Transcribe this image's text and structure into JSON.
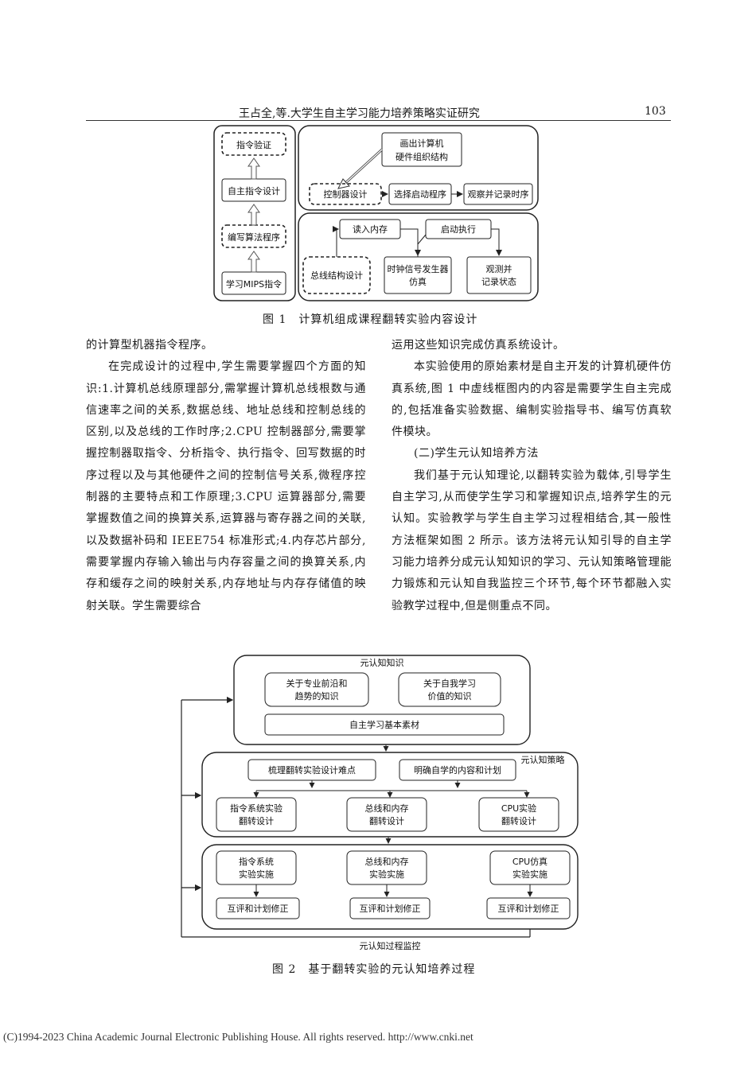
{
  "header": {
    "title": "王占全,等.大学生自主学习能力培养策略实证研究",
    "page_number": "103"
  },
  "figure1": {
    "caption": "图 1　计算机组成课程翻转实验内容设计",
    "left_column_boxes": [
      "指令验证",
      "自主指令设计",
      "编写算法程序",
      "学习MIPS指令"
    ],
    "top_group": {
      "draw_box_line1": "画出计算机",
      "draw_box_line2": "硬件组织结构",
      "controller": "控制器设计",
      "select_program": "选择启动程序",
      "observe": "观察并记录时序"
    },
    "bottom_group": {
      "read_memory": "读入内存",
      "start_exec": "启动执行",
      "bus_design": "总线结构设计",
      "clock_line1": "时钟信号发生器",
      "clock_line2": "仿真",
      "observe_line1": "观测并",
      "observe_line2": "记录状态"
    }
  },
  "body": {
    "left": [
      "的计算型机器指令程序。",
      "在完成设计的过程中,学生需要掌握四个方面的知识:1.计算机总线原理部分,需掌握计算机总线根数与通信速率之间的关系,数据总线、地址总线和控制总线的区别,以及总线的工作时序;2.CPU 控制器部分,需要掌握控制器取指令、分析指令、执行指令、回写数据的时序过程以及与其他硬件之间的控制信号关系,微程序控制器的主要特点和工作原理;3.CPU 运算器部分,需要掌握数值之间的换算关系,运算器与寄存器之间的关联,以及数据补码和 IEEE754 标准形式;4.内存芯片部分,需要掌握内存输入输出与内存容量之间的换算关系,内存和缓存之间的映射关系,内存地址与内存存储值的映射关联。学生需要综合"
    ],
    "right": [
      "运用这些知识完成仿真系统设计。",
      "本实验使用的原始素材是自主开发的计算机硬件仿真系统,图 1 中虚线框图内的内容是需要学生自主完成的,包括准备实验数据、编制实验指导书、编写仿真软件模块。",
      "(二)学生元认知培养方法",
      "我们基于元认知理论,以翻转实验为载体,引导学生自主学习,从而使学生学习和掌握知识点,培养学生的元认知。实验教学与学生自主学习过程相结合,其一般性方法框架如图 2 所示。该方法将元认知引导的自主学习能力培养分成元认知知识的学习、元认知策略管理能力锻炼和元认知自我监控三个环节,每个环节都融入实验教学过程中,但是侧重点不同。"
    ]
  },
  "figure2": {
    "caption": "图 2　基于翻转实验的元认知培养过程",
    "knowledge": {
      "title": "元认知知识",
      "box1_line1": "关于专业前沿和",
      "box1_line2": "趋势的知识",
      "box2_line1": "关于自我学习",
      "box2_line2": "价值的知识",
      "base": "自主学习基本素材"
    },
    "strategy": {
      "title": "元认知策略",
      "top1": "梳理翻转实验设计难点",
      "top2": "明确自学的内容和计划",
      "d1_line1": "指令系统实验",
      "d1_line2": "翻转设计",
      "d2_line1": "总线和内存",
      "d2_line2": "翻转设计",
      "d3_line1": "CPU实验",
      "d3_line2": "翻转设计"
    },
    "monitor": {
      "title": "元认知过程监控",
      "i1_line1": "指令系统",
      "i1_line2": "实验实施",
      "i2_line1": "总线和内存",
      "i2_line2": "实验实施",
      "i3_line1": "CPU仿真",
      "i3_line2": "实验实施",
      "review": "互评和计划修正"
    }
  },
  "footer": "(C)1994-2023 China Academic Journal Electronic Publishing House. All rights reserved.    http://www.cnki.net"
}
